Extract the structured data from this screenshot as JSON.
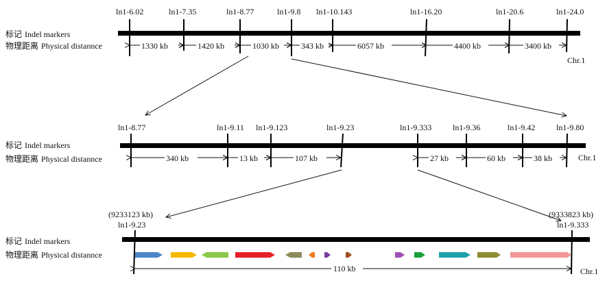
{
  "row_label_cn": "标记",
  "row_label_en": "Indel markers",
  "dist_label_cn": "物理距离",
  "dist_label_en": "Physical distannce",
  "chr_label": "Chr.1",
  "panel1": {
    "markers": [
      "ln1-6.02",
      "ln1-7.35",
      "ln1-8.77",
      "ln1-9.8",
      "ln1-10.143",
      "ln1-16.20",
      "ln1-20.6",
      "ln1-24.0"
    ],
    "distances": [
      "1330 kb",
      "1420 kb",
      "1030 kb",
      "343 kb",
      "6057 kb",
      "4400 kb",
      "3400 kb"
    ]
  },
  "panel2": {
    "markers": [
      "ln1-8.77",
      "ln1-9.11",
      "ln1-9.123",
      "ln1-9.23",
      "ln1-9.333",
      "ln1-9.36",
      "ln1-9.42",
      "ln1-9.80"
    ],
    "distances": [
      "340 kb",
      "13 kb",
      "107 kb",
      "27 kb",
      "60 kb",
      "38 kb"
    ]
  },
  "panel3": {
    "left_coord": "(9233123 kb)",
    "right_coord": "(9333823 kb)",
    "left_marker": "ln1-9.23",
    "right_marker": "ln1-9.333",
    "distance": "110 kb",
    "gene_colors": [
      "#4a86c8",
      "#f5b800",
      "#8cc84b",
      "#e82127",
      "#8c8c5a",
      "#f07a1e",
      "#7a3ea0",
      "#a0501e",
      "#a050b4",
      "#1ea03c",
      "#1ea0aa",
      "#8c8c32",
      "#f09696"
    ]
  }
}
